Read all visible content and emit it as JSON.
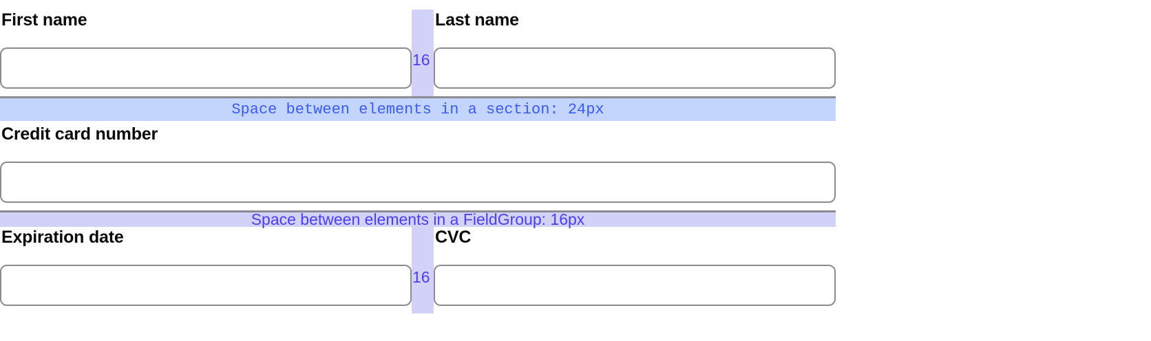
{
  "form": {
    "rows": [
      {
        "name": "name-row",
        "fields": [
          {
            "label": "First name",
            "value": "",
            "placeholder": ""
          },
          {
            "label": "Last name",
            "value": "",
            "placeholder": ""
          }
        ],
        "gap_label": "16"
      },
      {
        "name": "credit-card-row",
        "fields": [
          {
            "label": "Credit card number",
            "value": "",
            "placeholder": ""
          }
        ],
        "gap_label": ""
      },
      {
        "name": "expiry-cvc-row",
        "fields": [
          {
            "label": "Expiration date",
            "value": "",
            "placeholder": ""
          },
          {
            "label": "CVC",
            "value": "",
            "placeholder": ""
          }
        ],
        "gap_label": "16"
      }
    ]
  },
  "annotations": {
    "section_spacing": {
      "text": "Space between elements in a section: 24px",
      "value": "24px",
      "color": "#3b5bf5",
      "background": "#c3d5fd"
    },
    "fieldgroup_spacing": {
      "text": "Space between elements in a FieldGroup: 16px",
      "value": "16px",
      "color": "#4b3ef0",
      "background": "#d2d2f8"
    },
    "column_gap_top": "16",
    "column_gap_bottom": "16"
  },
  "colors": {
    "input_border": "#8b8b93",
    "label_text": "#0a0a0a",
    "gap_column": "#d2d2f8",
    "section_bar": "#c3d5fd",
    "page_background": "#ffffff"
  }
}
